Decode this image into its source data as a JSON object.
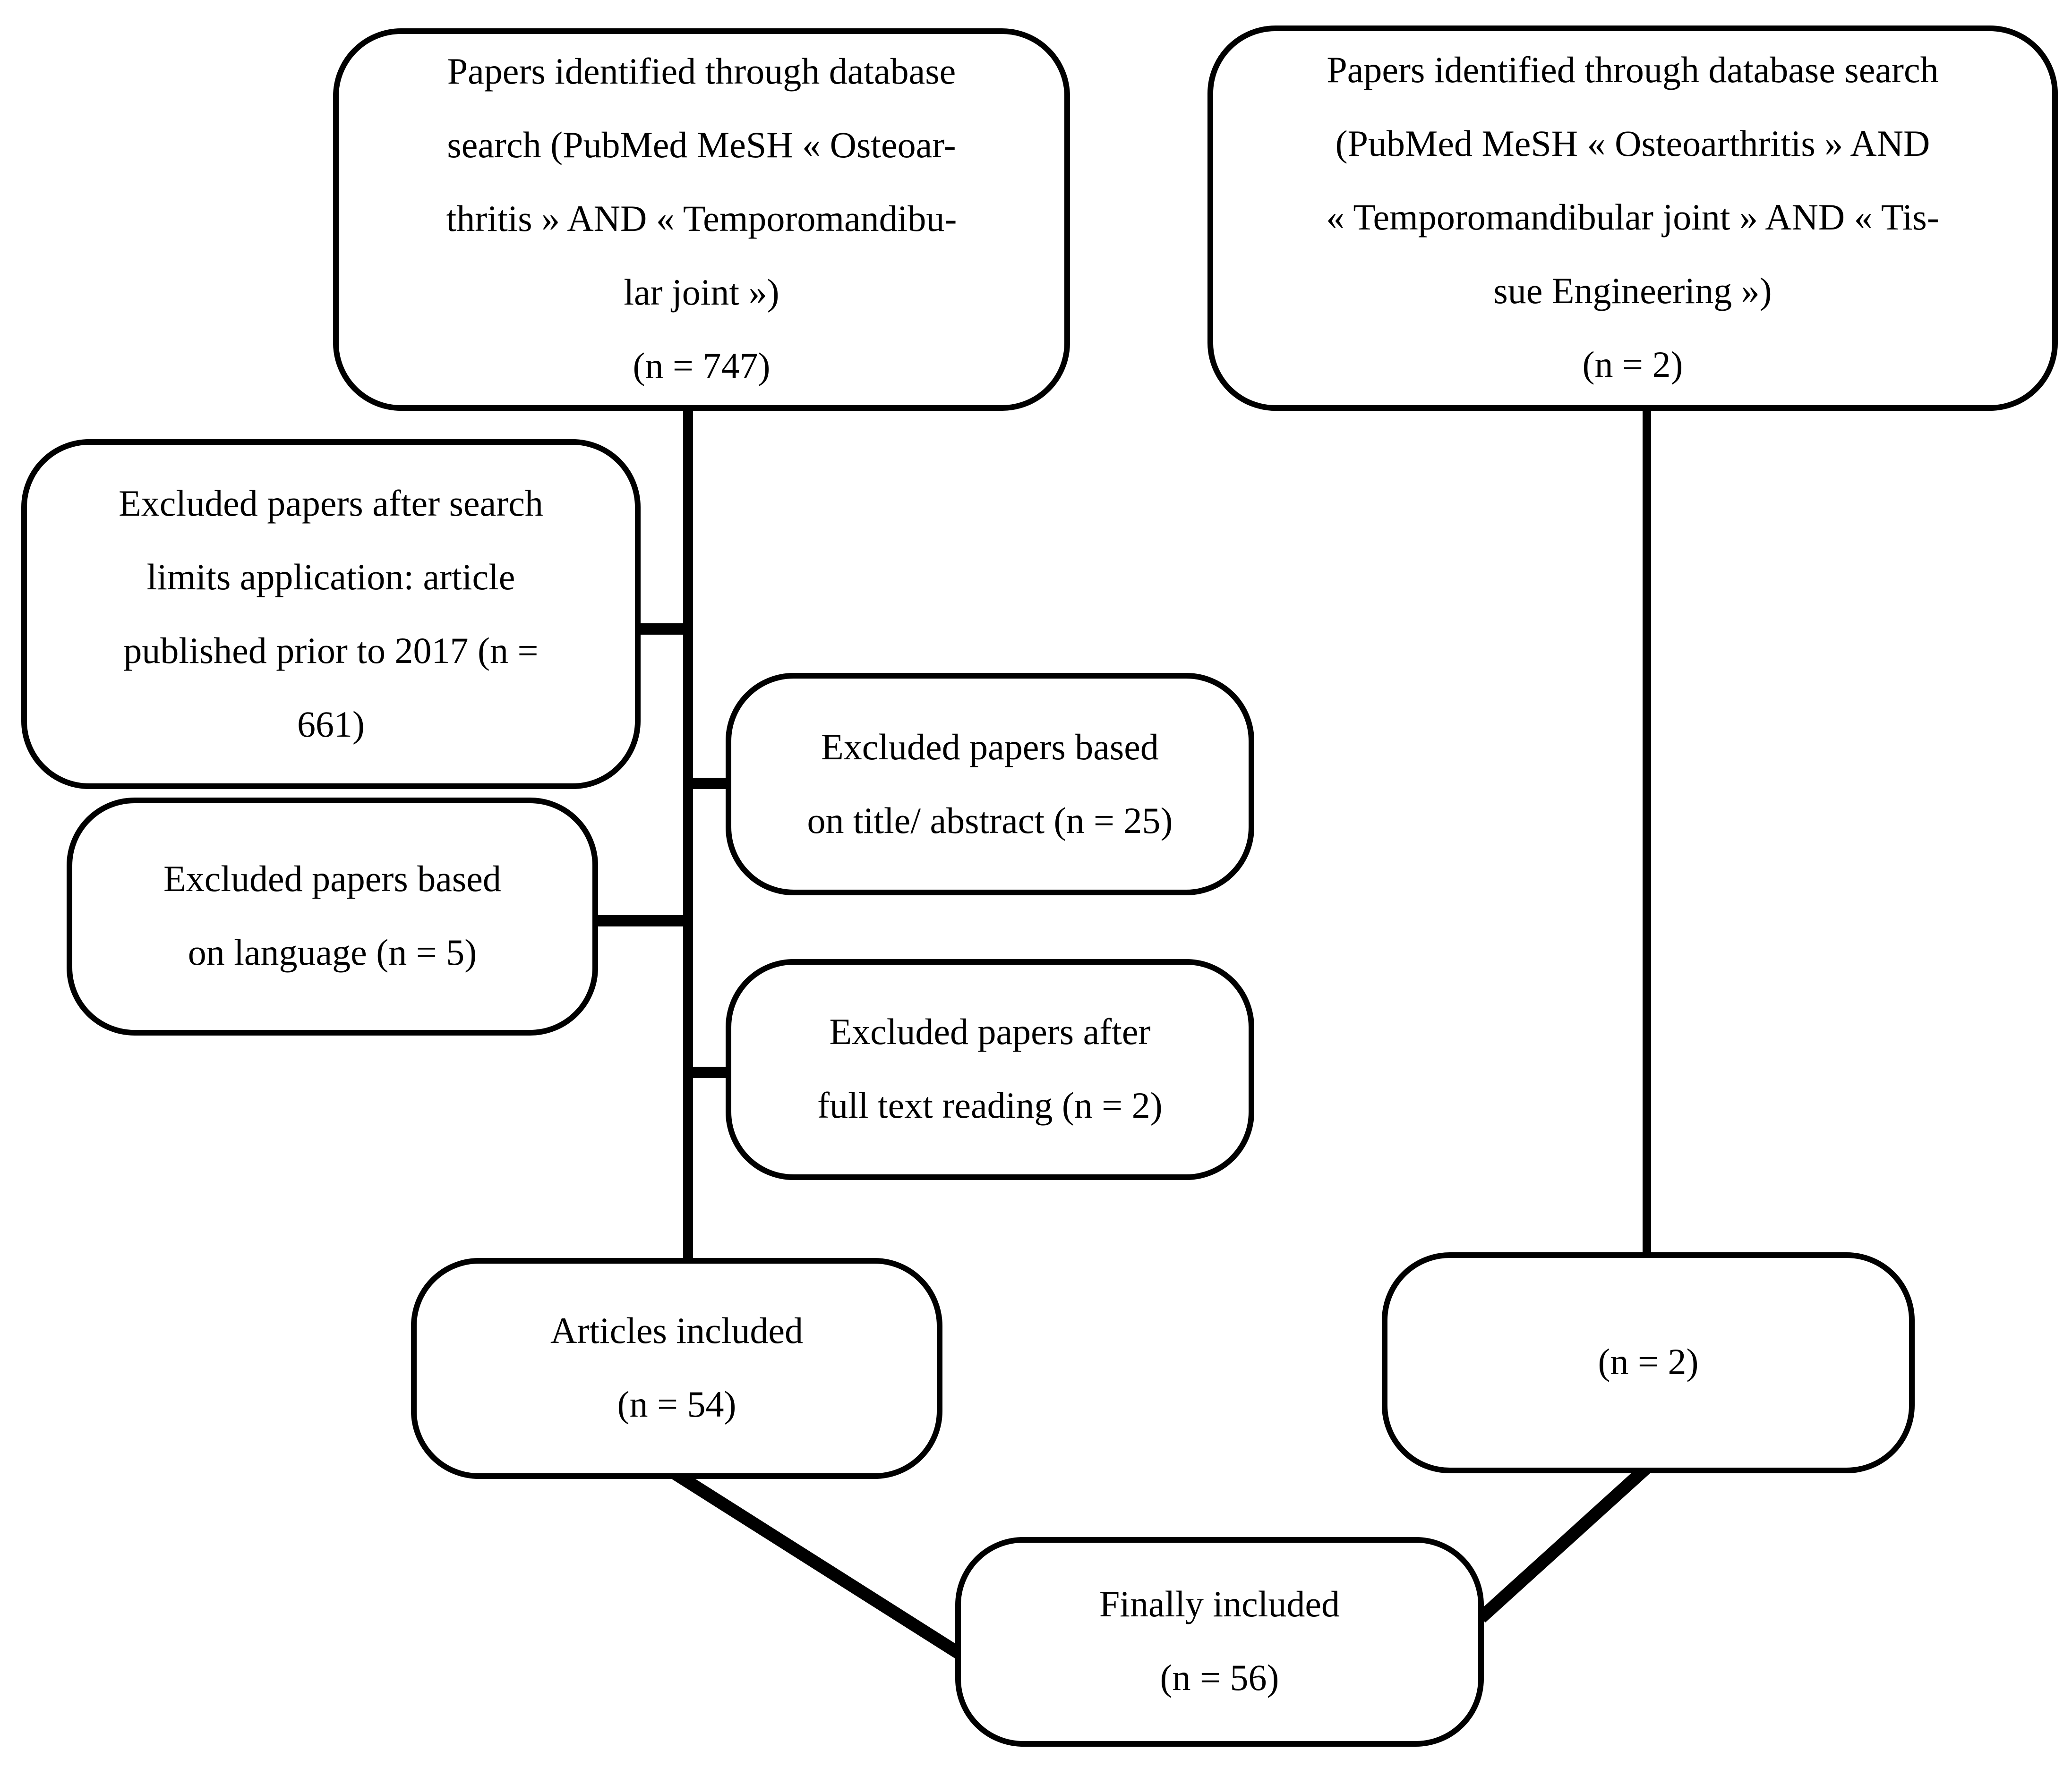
{
  "diagram": {
    "type": "flowchart",
    "colors": {
      "background": "#ffffff",
      "line": "#000000",
      "text": "#000000"
    },
    "boxes": {
      "identified_left": {
        "lines": [
          "Papers identified through database",
          "search (PubMed MeSH « Osteoar-",
          "thritis » AND « Temporomandibu-",
          "lar joint »)",
          "(n = 747)"
        ]
      },
      "identified_right": {
        "lines": [
          "Papers identified through database search",
          "(PubMed MeSH « Osteoarthritis » AND",
          "« Temporomandibular joint » AND « Tis-",
          "sue Engineering »)",
          "(n = 2)"
        ]
      },
      "excluded_limits": {
        "lines": [
          "Excluded papers after search",
          "limits application: article",
          "published prior to 2017 (n =",
          "661)"
        ]
      },
      "excluded_title_abstract": {
        "lines": [
          "Excluded papers based",
          "on title/ abstract (n = 25)"
        ]
      },
      "excluded_language": {
        "lines": [
          "Excluded papers based",
          "on language (n = 5)"
        ]
      },
      "excluded_fulltext": {
        "lines": [
          "Excluded papers after",
          "full text reading (n = 2)"
        ]
      },
      "articles_included": {
        "lines": [
          "Articles included",
          "(n = 54)"
        ]
      },
      "tissue_included": {
        "lines": [
          "(n = 2)"
        ]
      },
      "finally_included": {
        "lines": [
          "Finally included",
          "(n = 56)"
        ]
      }
    }
  }
}
